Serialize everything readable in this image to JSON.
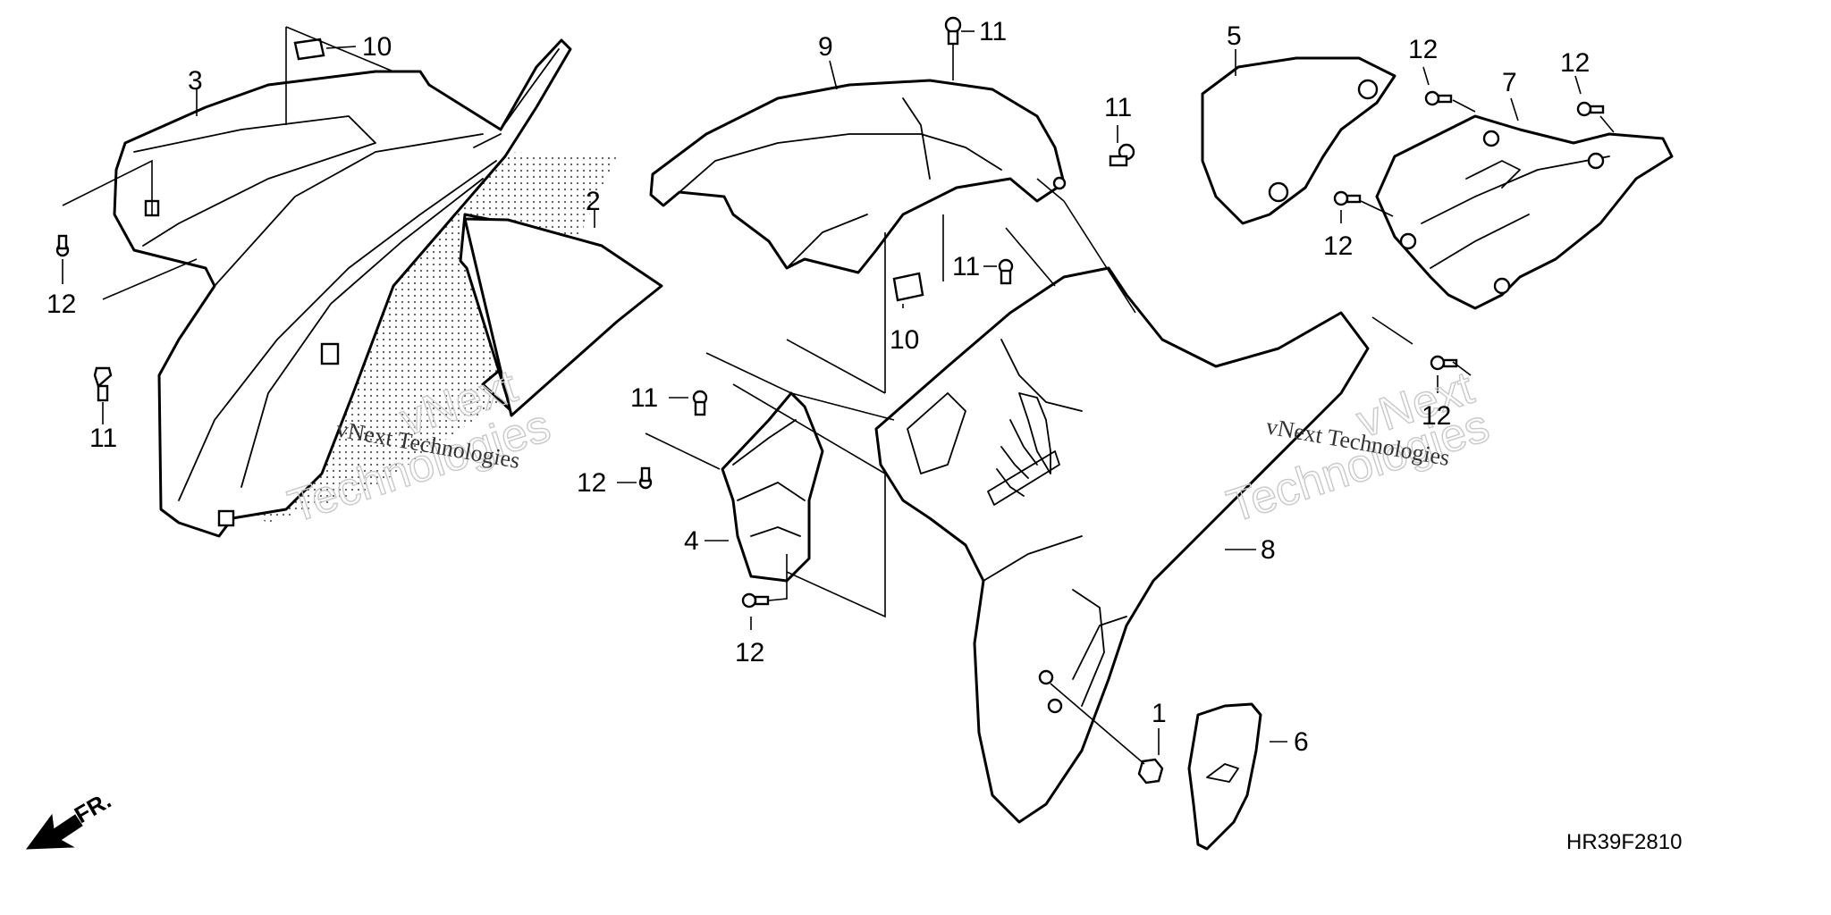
{
  "diagram": {
    "callouts": {
      "p1": "1",
      "p2": "2",
      "p3": "3",
      "p4": "4",
      "p5": "5",
      "p6": "6",
      "p7": "7",
      "p8": "8",
      "p9": "9",
      "p10a": "10",
      "p10b": "10",
      "p11a": "11",
      "p11b": "11",
      "p11c": "11",
      "p11d": "11",
      "p11e": "11",
      "p12a": "12",
      "p12b": "12",
      "p12c": "12",
      "p12d": "12",
      "p12e": "12",
      "p12f": "12",
      "p12g": "12"
    },
    "diagram_code": "HR39F2810",
    "front_label": "FR.",
    "watermarks": {
      "big_line1": "vNext",
      "big_line2": "Technologies",
      "small": "vNext Technologies"
    }
  }
}
